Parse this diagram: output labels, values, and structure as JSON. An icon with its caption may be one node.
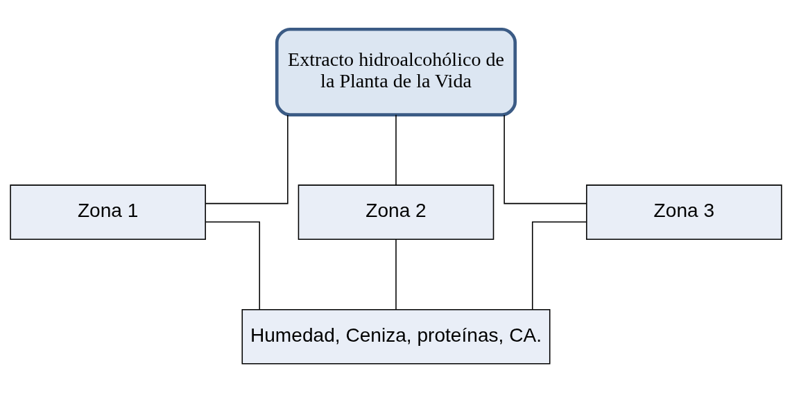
{
  "diagram": {
    "nodes": [
      {
        "text": [
          "Extracto hidroalcohólico de la Planta de la Vida"
        ]
      },
      {
        "text": [
          "Zona 1"
        ]
      },
      {
        "text": [
          "Zona 2"
        ]
      },
      {
        "text": [
          "Zona 3"
        ]
      },
      {
        "text": [
          "Humedad, Ceniza, proteínas, CA."
        ]
      }
    ],
    "edges": [
      {
        "from": 0,
        "to": 1,
        "arrow": "none"
      },
      {
        "from": 0,
        "to": 2,
        "arrow": "none"
      },
      {
        "from": 0,
        "to": 3,
        "arrow": "none"
      },
      {
        "from": 1,
        "to": 4,
        "arrow": "none"
      },
      {
        "from": 2,
        "to": 4,
        "arrow": "none"
      },
      {
        "from": 3,
        "to": 4,
        "arrow": "none"
      }
    ]
  }
}
